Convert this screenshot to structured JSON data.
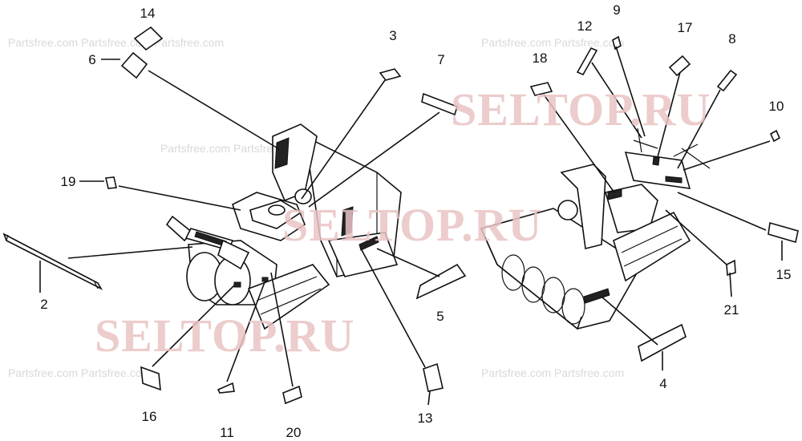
{
  "watermark": {
    "text": "SELTOP.RU"
  },
  "callouts": [
    {
      "id": "14",
      "label": "14"
    },
    {
      "id": "6",
      "label": "6"
    },
    {
      "id": "3",
      "label": "3"
    },
    {
      "id": "7",
      "label": "7"
    },
    {
      "id": "19",
      "label": "19"
    },
    {
      "id": "2",
      "label": "2"
    },
    {
      "id": "5",
      "label": "5"
    },
    {
      "id": "16",
      "label": "16"
    },
    {
      "id": "11",
      "label": "11"
    },
    {
      "id": "20",
      "label": "20"
    },
    {
      "id": "13",
      "label": "13"
    },
    {
      "id": "12",
      "label": "12"
    },
    {
      "id": "9",
      "label": "9"
    },
    {
      "id": "17",
      "label": "17"
    },
    {
      "id": "8",
      "label": "8"
    },
    {
      "id": "18",
      "label": "18"
    },
    {
      "id": "10",
      "label": "10"
    },
    {
      "id": "15",
      "label": "15"
    },
    {
      "id": "21",
      "label": "21"
    },
    {
      "id": "4",
      "label": "4"
    }
  ]
}
